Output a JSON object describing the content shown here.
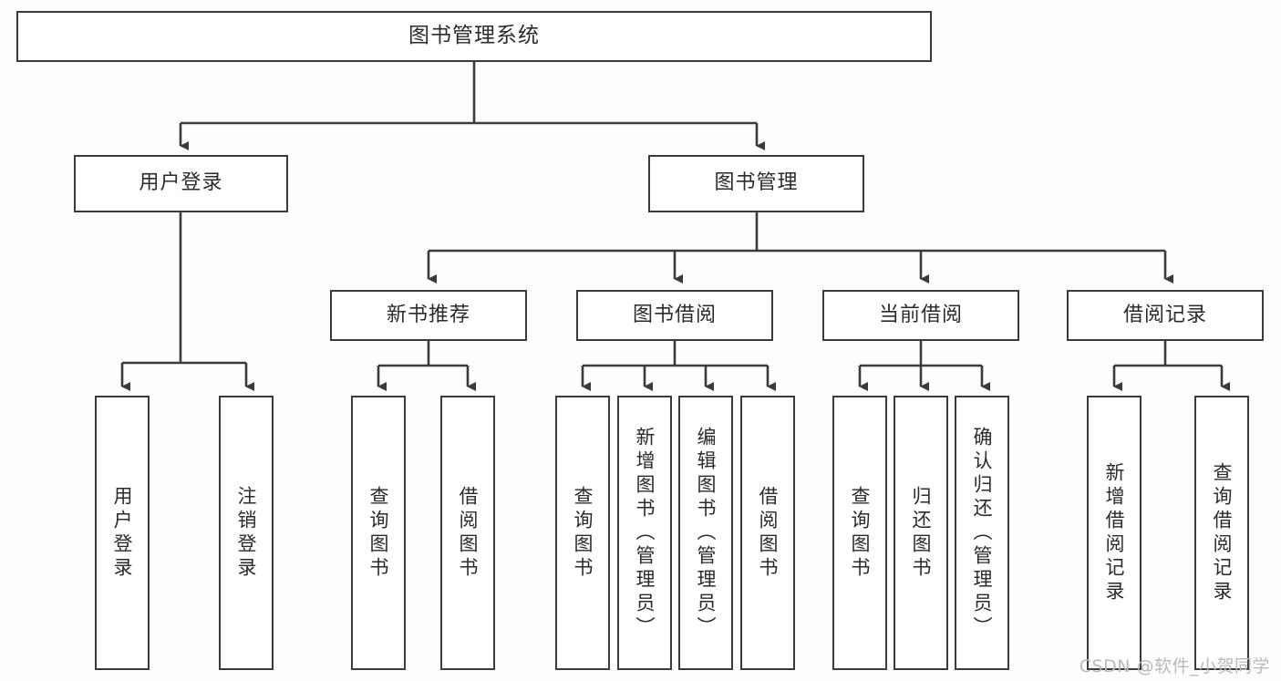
{
  "diagram": {
    "title": "图书管理系统",
    "type": "function-structure-tree",
    "colors": {
      "stroke": "#3b3b3b",
      "box_fill": "#ffffff",
      "text": "#2b2b2b",
      "background": "#fdfdfd",
      "watermark": "#b9b9b9"
    },
    "root": {
      "label": "图书管理系统"
    },
    "level2": [
      {
        "label": "用户登录"
      },
      {
        "label": "图书管理"
      }
    ],
    "level3": [
      {
        "label": "新书推荐"
      },
      {
        "label": "图书借阅"
      },
      {
        "label": "当前借阅"
      },
      {
        "label": "借阅记录"
      }
    ],
    "leaves": {
      "user_login": [
        {
          "label": "用户登录"
        },
        {
          "label": "注销登录"
        }
      ],
      "new_book_recommend": [
        {
          "label": "查询图书"
        },
        {
          "label": "借阅图书"
        }
      ],
      "book_borrow": [
        {
          "label": "查询图书"
        },
        {
          "label": "新增图书（管理员）"
        },
        {
          "label": "编辑图书（管理员）"
        },
        {
          "label": "借阅图书"
        }
      ],
      "current_borrow": [
        {
          "label": "查询图书"
        },
        {
          "label": "归还图书"
        },
        {
          "label": "确认归还（管理员）"
        }
      ],
      "borrow_record": [
        {
          "label": "新增借阅记录"
        },
        {
          "label": "查询借阅记录"
        }
      ]
    }
  },
  "watermark": {
    "text": "CSDN @软件_小贺同学"
  }
}
